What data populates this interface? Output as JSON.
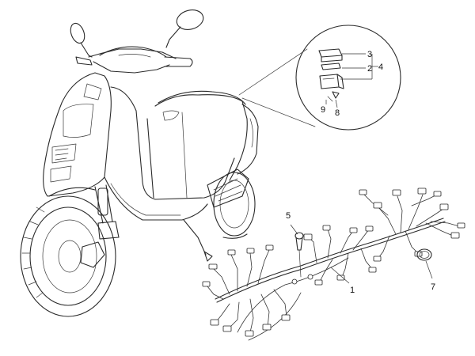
{
  "callouts": [
    {
      "id": "1",
      "label": "1"
    },
    {
      "id": "2",
      "label": "2"
    },
    {
      "id": "3",
      "label": "3"
    },
    {
      "id": "4",
      "label": "4"
    },
    {
      "id": "5",
      "label": "5"
    },
    {
      "id": "7",
      "label": "7"
    },
    {
      "id": "8",
      "label": "8"
    },
    {
      "id": "9",
      "label": "9"
    }
  ],
  "colors": {
    "line": "#2a2a2a",
    "background": "#ffffff"
  }
}
